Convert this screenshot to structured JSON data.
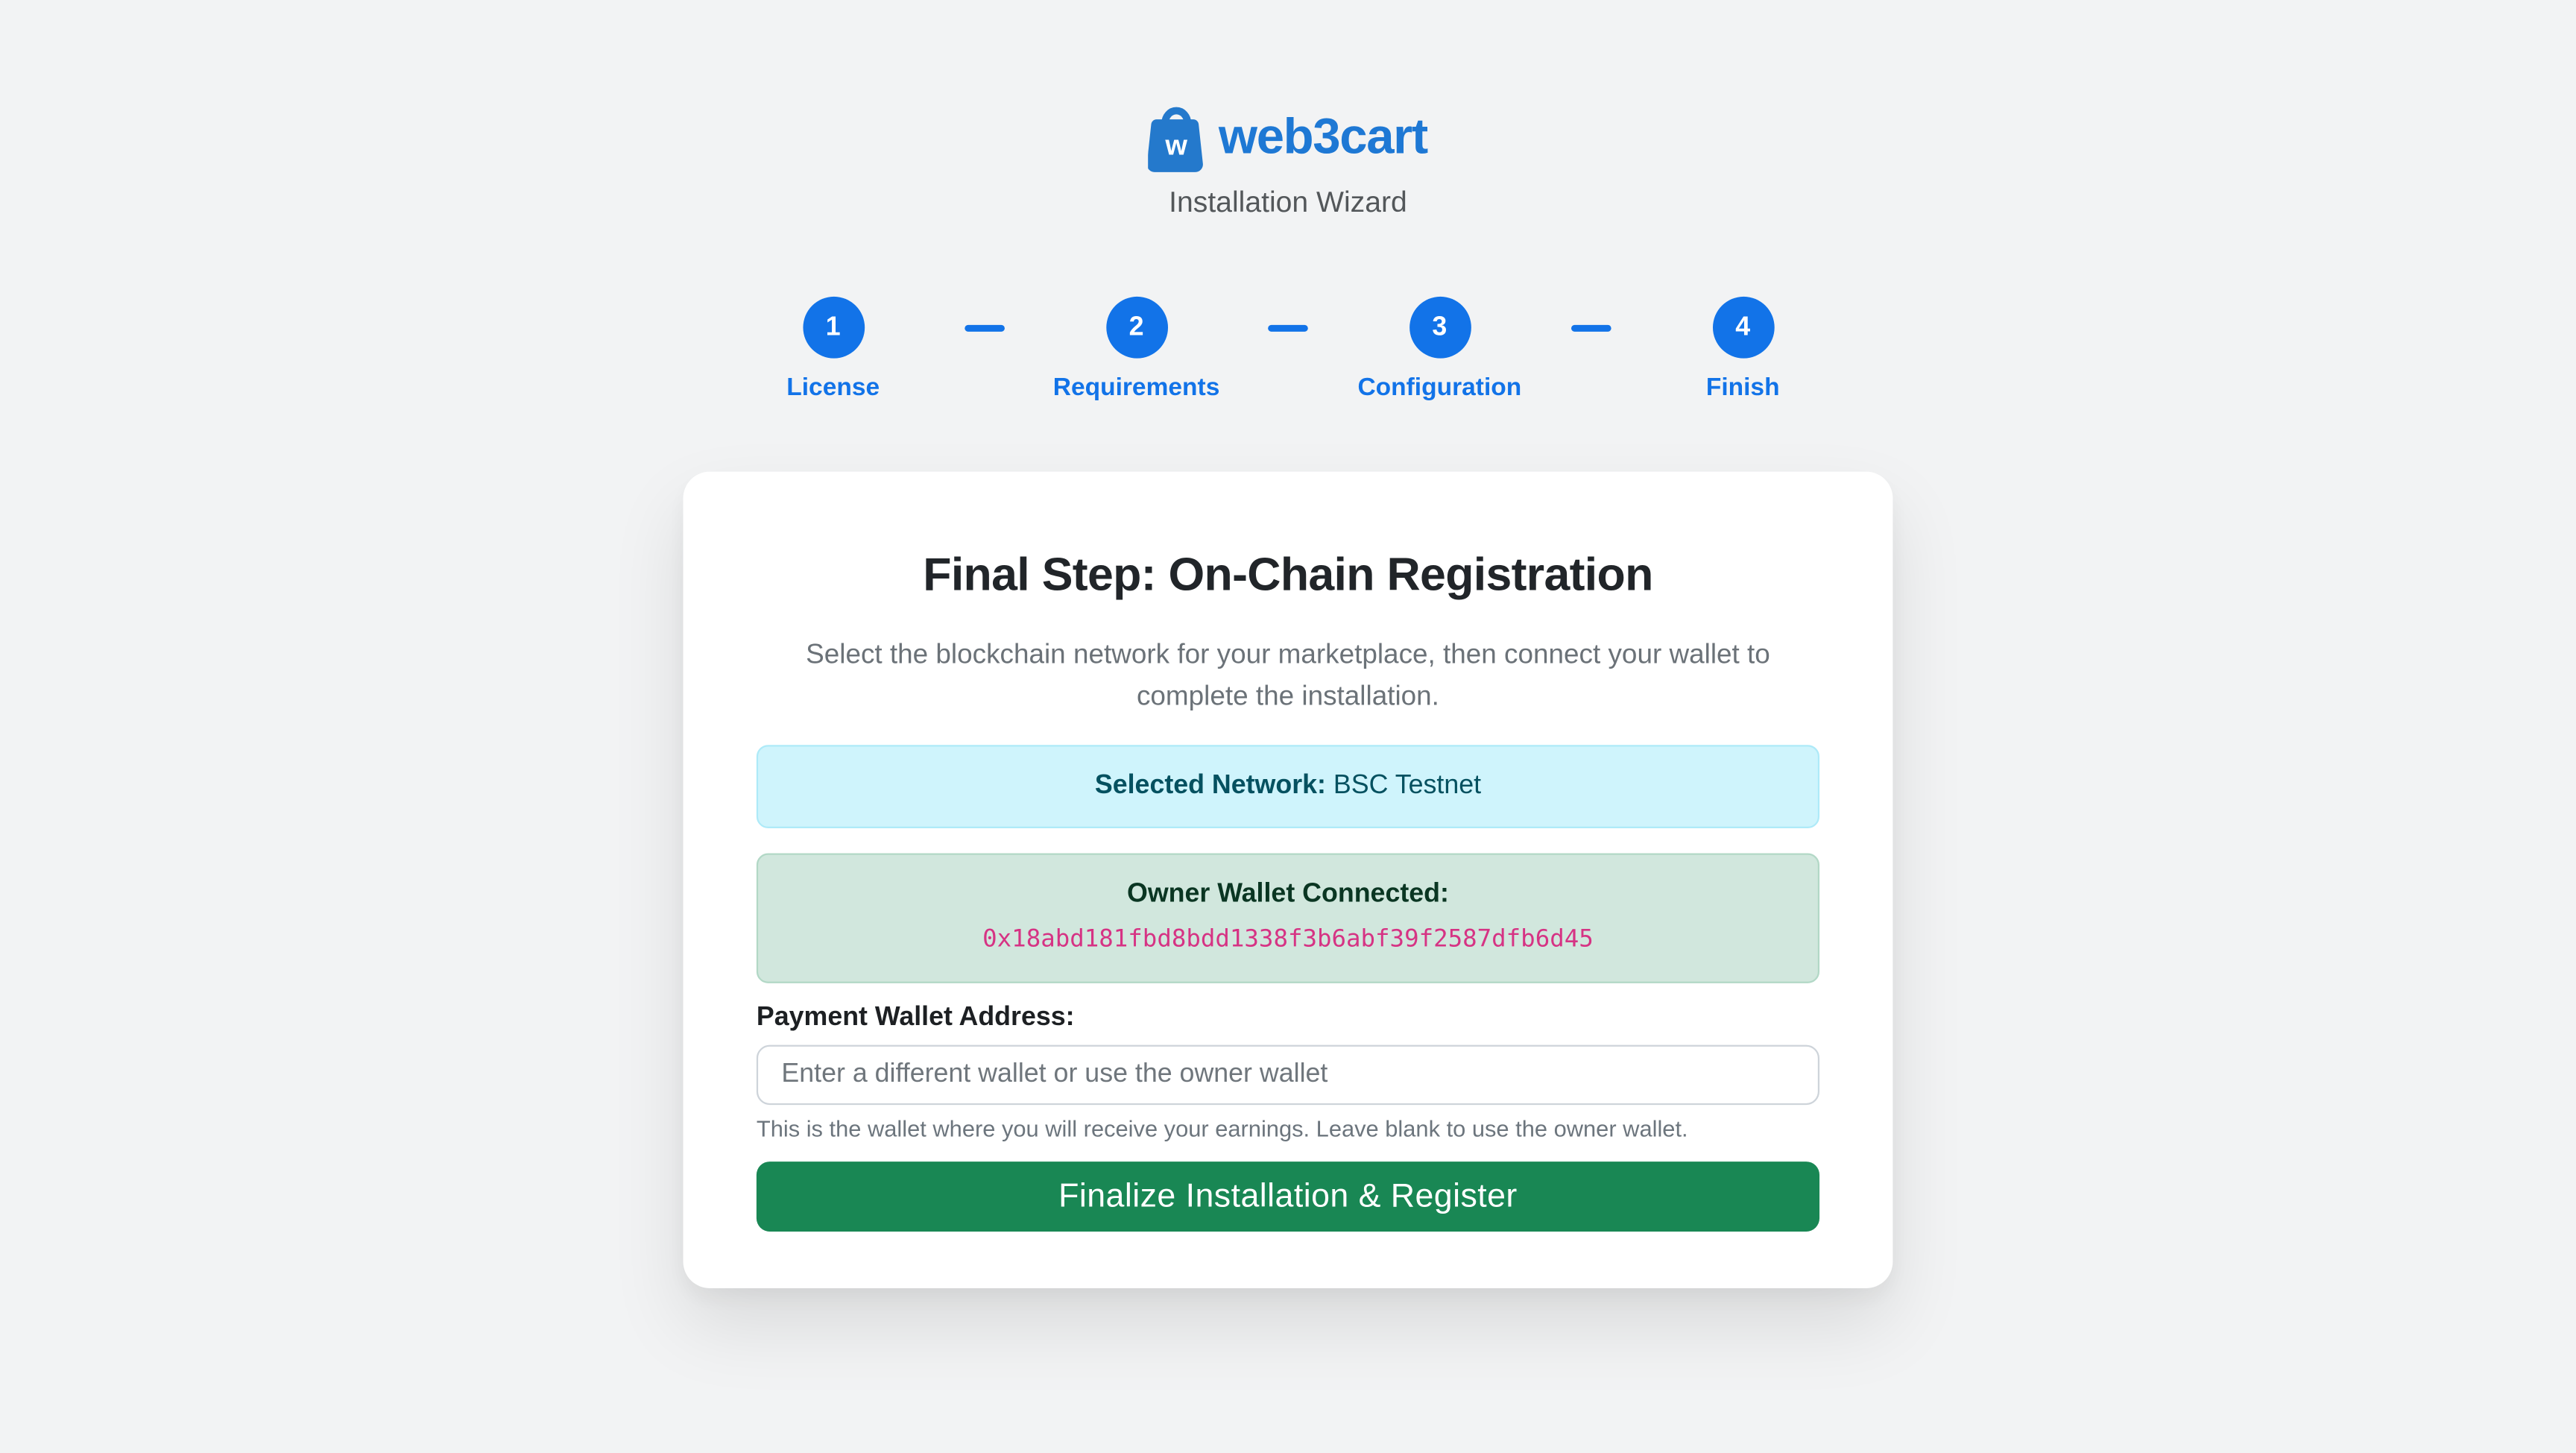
{
  "page": {
    "background_color": "#f2f3f4",
    "accent_blue": "#1273e8",
    "brand_blue": "#1e78d4",
    "success_green": "#198754",
    "address_pink": "#d63384"
  },
  "logo": {
    "brand": "web3cart",
    "bag_letter": "w",
    "subtitle": "Installation Wizard"
  },
  "steps": {
    "items": [
      {
        "number": "1",
        "label": "License"
      },
      {
        "number": "2",
        "label": "Requirements"
      },
      {
        "number": "3",
        "label": "Configuration"
      },
      {
        "number": "4",
        "label": "Finish"
      }
    ]
  },
  "card": {
    "title": "Final Step: On-Chain Registration",
    "subtitle": "Select the blockchain network for your marketplace, then connect your wallet to complete the installation.",
    "network_box": {
      "label": "Selected Network:",
      "value": "BSC Testnet"
    },
    "wallet_box": {
      "label": "Owner Wallet Connected:",
      "address": "0x18abd181fbd8bdd1338f3b6abf39f2587dfb6d45"
    },
    "payment": {
      "label": "Payment Wallet Address:",
      "placeholder": "Enter a different wallet or use the owner wallet",
      "value": "",
      "help": "This is the wallet where you will receive your earnings. Leave blank to use the owner wallet."
    },
    "submit_label": "Finalize Installation & Register"
  }
}
